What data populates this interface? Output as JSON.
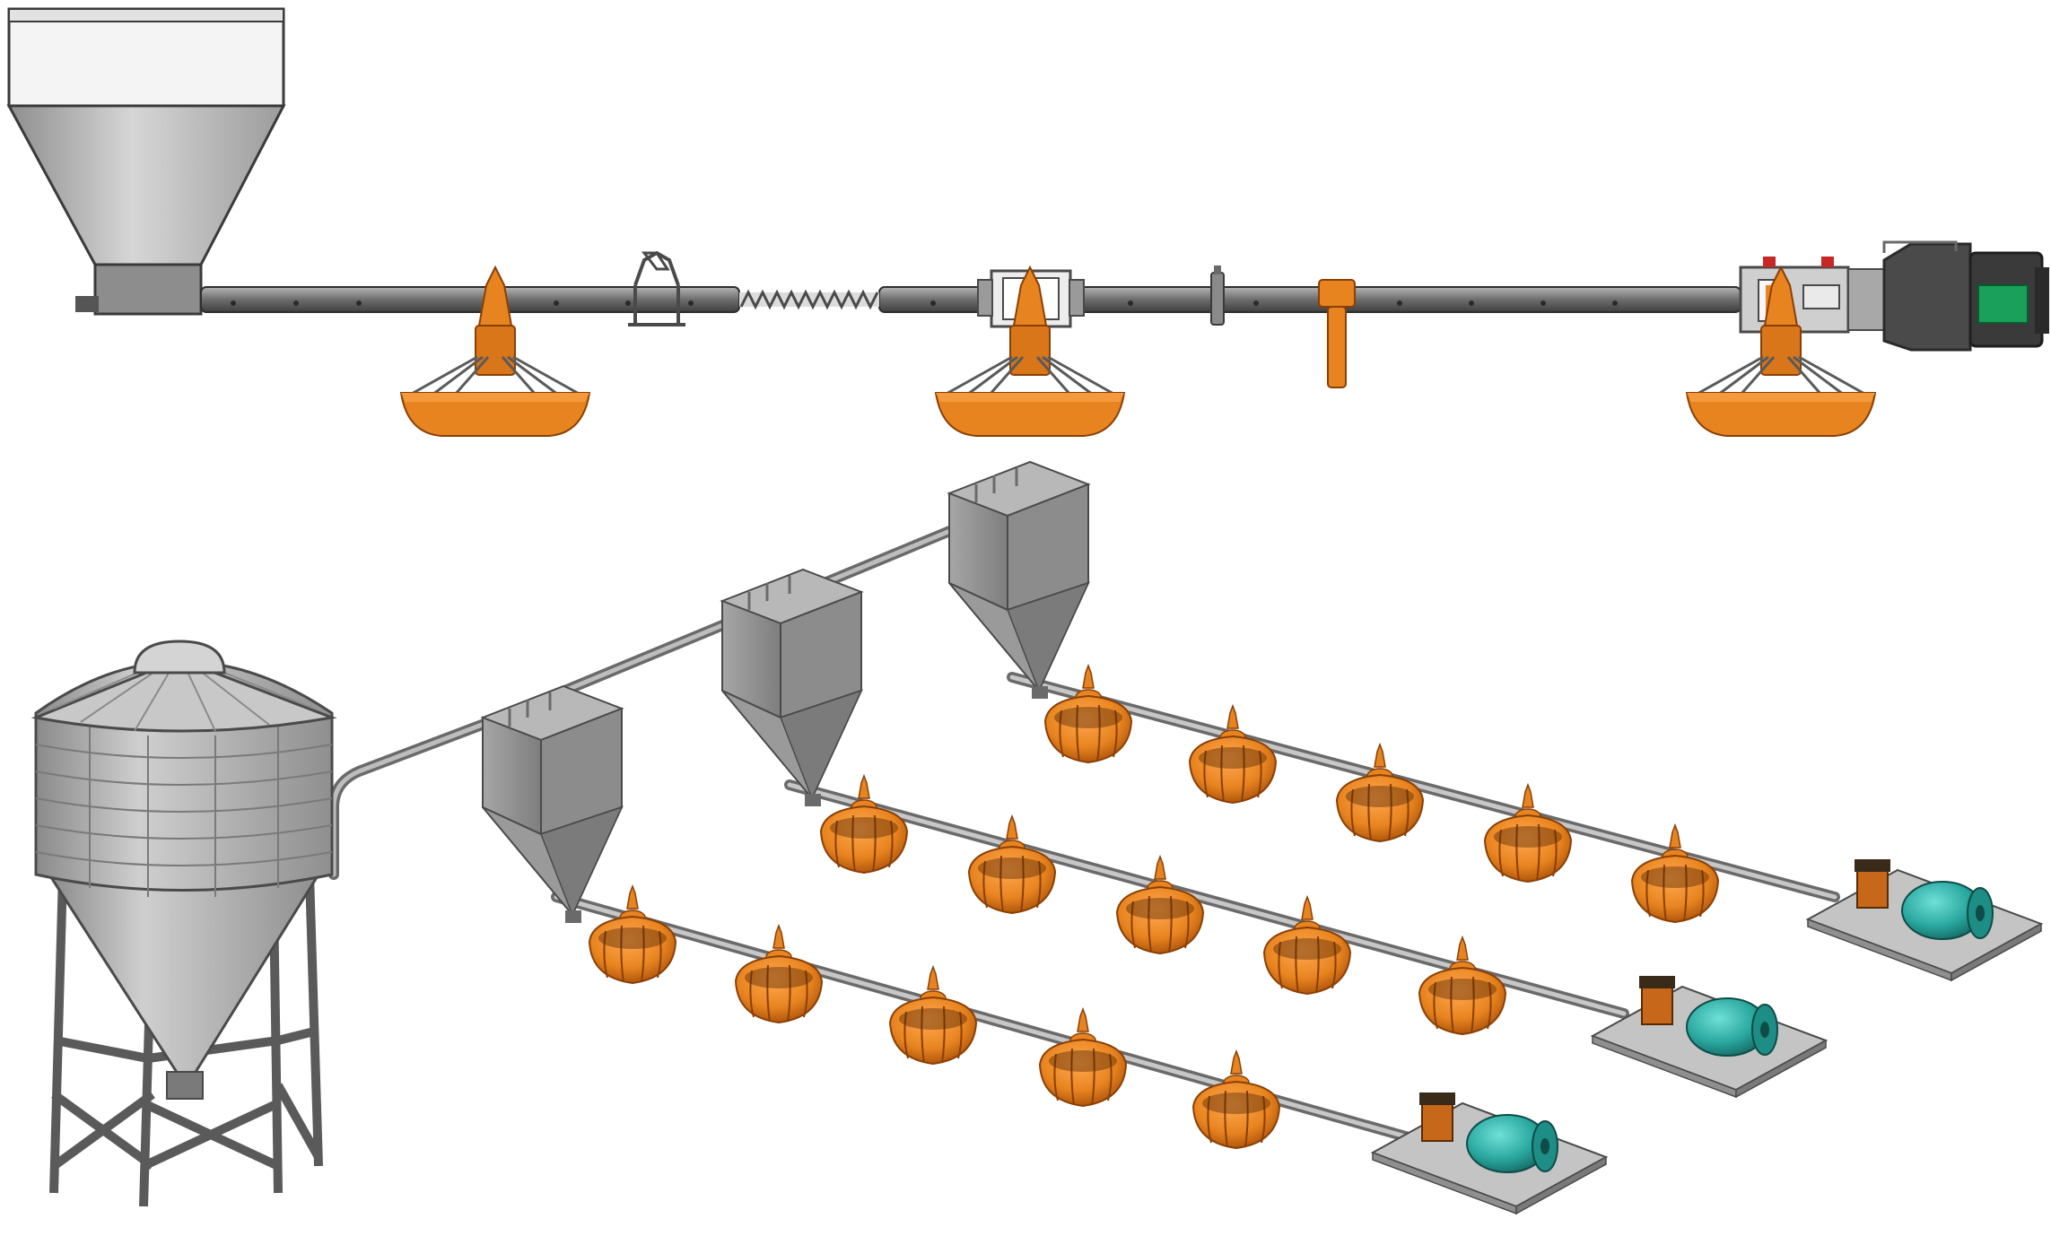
{
  "diagram": {
    "top_view": {
      "components": [
        "hopper-icon",
        "auger-tube-icon",
        "pan-feeder-icon",
        "hanger-bracket-icon",
        "spiral-auger-icon",
        "sensor-unit-icon",
        "pipe-clamp-icon",
        "drop-tube-icon",
        "drive-motor-icon"
      ],
      "pan_feeder_count": 3
    },
    "bottom_view": {
      "components": [
        "silo-icon",
        "hopper-icon",
        "feed-line-icon",
        "pan-feeder-icon",
        "drive-motor-icon",
        "base-plate-icon"
      ],
      "line_count": 3,
      "pans_per_line": 5
    },
    "colors": {
      "steel": "#9a9a9a",
      "steel_dark": "#5f5f5f",
      "steel_light": "#cfcfcf",
      "feeder_orange": "#e8841f",
      "feeder_dark": "#8a3f06",
      "motor_teal": "#2aa8a0",
      "motor_green": "#1aa05a",
      "base_plate": "#bdbdbd"
    }
  }
}
